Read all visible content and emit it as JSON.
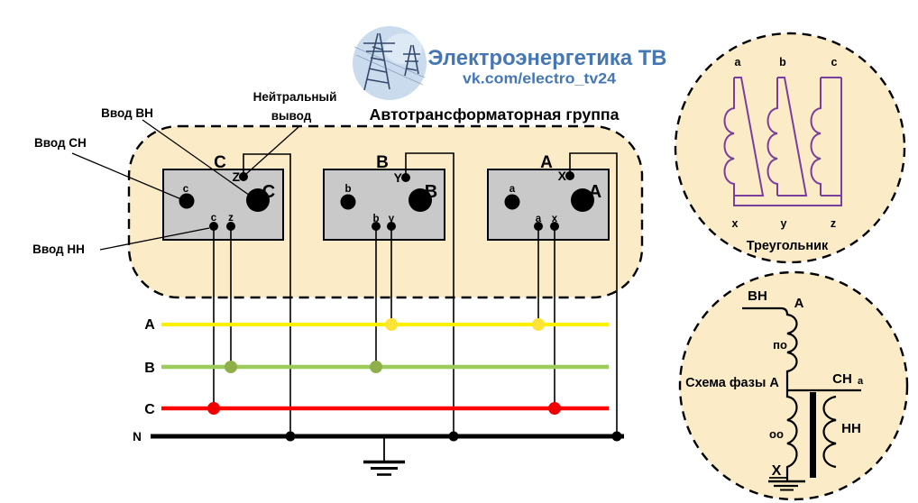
{
  "logo": {
    "title": "Электроэнергетика ТВ",
    "subtitle": "vk.com/electro_tv24",
    "text_color": "#4577B5"
  },
  "header": {
    "group_title": "Автотрансформаторная группа"
  },
  "callouts": {
    "hv_input": "Ввод ВН",
    "mv_input": "Ввод СН",
    "lv_input": "Ввод НН",
    "neutral_line1": "Нейтральный",
    "neutral_line2": "вывод"
  },
  "transformers": [
    {
      "phase_title": "C",
      "neutral_terminal": "Z",
      "mv_terminal": "c",
      "hv_terminal": "C",
      "lv_terminal_1": "c",
      "lv_terminal_2": "z"
    },
    {
      "phase_title": "B",
      "neutral_terminal": "Y",
      "mv_terminal": "b",
      "hv_terminal": "B",
      "lv_terminal_1": "b",
      "lv_terminal_2": "y"
    },
    {
      "phase_title": "A",
      "neutral_terminal": "X",
      "mv_terminal": "a",
      "hv_terminal": "A",
      "lv_terminal_1": "a",
      "lv_terminal_2": "x"
    }
  ],
  "buses": [
    {
      "label": "A",
      "color": "#FAF000",
      "dot_color": "#FFE337"
    },
    {
      "label": "B",
      "color": "#9DCB5B",
      "dot_color": "#8FAF4A"
    },
    {
      "label": "C",
      "color": "#FF0000",
      "dot_color": "#F00000"
    },
    {
      "label": "N",
      "color": "#000000",
      "dot_color": "#000000"
    }
  ],
  "delta_inset": {
    "caption": "Треугольник",
    "coil_color": "#7A3E9D",
    "top_terminals": [
      "a",
      "b",
      "c"
    ],
    "bottom_terminals": [
      "x",
      "y",
      "z"
    ]
  },
  "phase_inset": {
    "caption": "Схема фазы А",
    "hv_label": "ВН",
    "hv_terminal": "А",
    "series_winding": "по",
    "mv_label": "СН",
    "mv_terminal": "а",
    "common_winding": "оо",
    "lv_label": "НН",
    "neutral_terminal": "Х"
  },
  "canvas": {
    "panel_fill": "#FBEBC6",
    "box_fill": "#C9C9C9",
    "logo_sky": "#C9DBEC"
  }
}
